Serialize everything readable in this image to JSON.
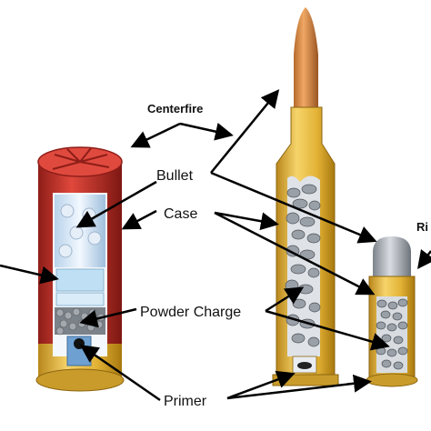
{
  "labels": {
    "centerfire": "Centerfire",
    "rimfire_partial": "Ri",
    "bullet": "Bullet",
    "case": "Case",
    "powder_charge": "Powder Charge",
    "primer": "Primer"
  },
  "colors": {
    "brass": "#e2b235",
    "brass_dark": "#b9871c",
    "shotshell_red": "#c8322a",
    "bullet_copper": "#d98a43",
    "lead_grey": "#9aa0a8",
    "powder_grey": "#6f747b",
    "arrow": "#000000"
  }
}
